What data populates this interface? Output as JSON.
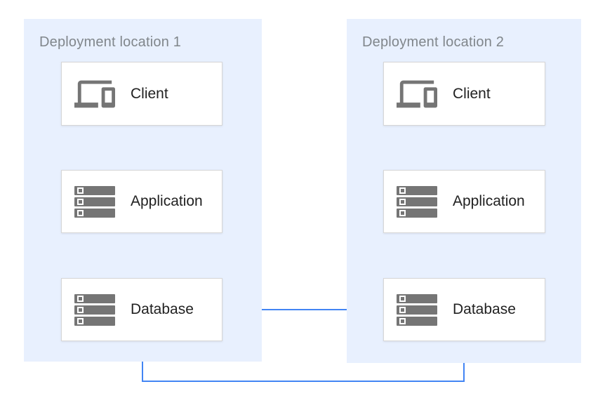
{
  "colors": {
    "arrow": "#4285f4",
    "zone_bg": "#e8f0fe",
    "zone_label": "#80868b",
    "node_bg": "#ffffff",
    "node_border": "#d6d6d6",
    "node_text": "#212121",
    "icon_gray": "#757575",
    "page_bg": "#ffffff"
  },
  "zones": [
    {
      "label": "Deployment location 1",
      "nodes": [
        {
          "label": "Client",
          "icon": "devices-icon"
        },
        {
          "label": "Application",
          "icon": "server-stack-icon"
        },
        {
          "label": "Database",
          "icon": "server-stack-icon"
        }
      ]
    },
    {
      "label": "Deployment location 2",
      "nodes": [
        {
          "label": "Client",
          "icon": "devices-icon"
        },
        {
          "label": "Application",
          "icon": "server-stack-icon"
        },
        {
          "label": "Database",
          "icon": "server-stack-icon"
        }
      ]
    }
  ],
  "arrows": [
    {
      "name": "arrow-client1-to-application1",
      "from": "client-1",
      "to": "application-1"
    },
    {
      "name": "arrow-application1-to-database1",
      "from": "application-1",
      "to": "database-1"
    },
    {
      "name": "arrow-client2-to-application2",
      "from": "client-2",
      "to": "application-2"
    },
    {
      "name": "arrow-application2-to-database2",
      "from": "application-2",
      "to": "database-2"
    },
    {
      "name": "arrow-database1-to-database2",
      "from": "database-1",
      "to": "database-2"
    },
    {
      "name": "arrow-database2-to-database1",
      "from": "database-2",
      "to": "database-1"
    }
  ]
}
